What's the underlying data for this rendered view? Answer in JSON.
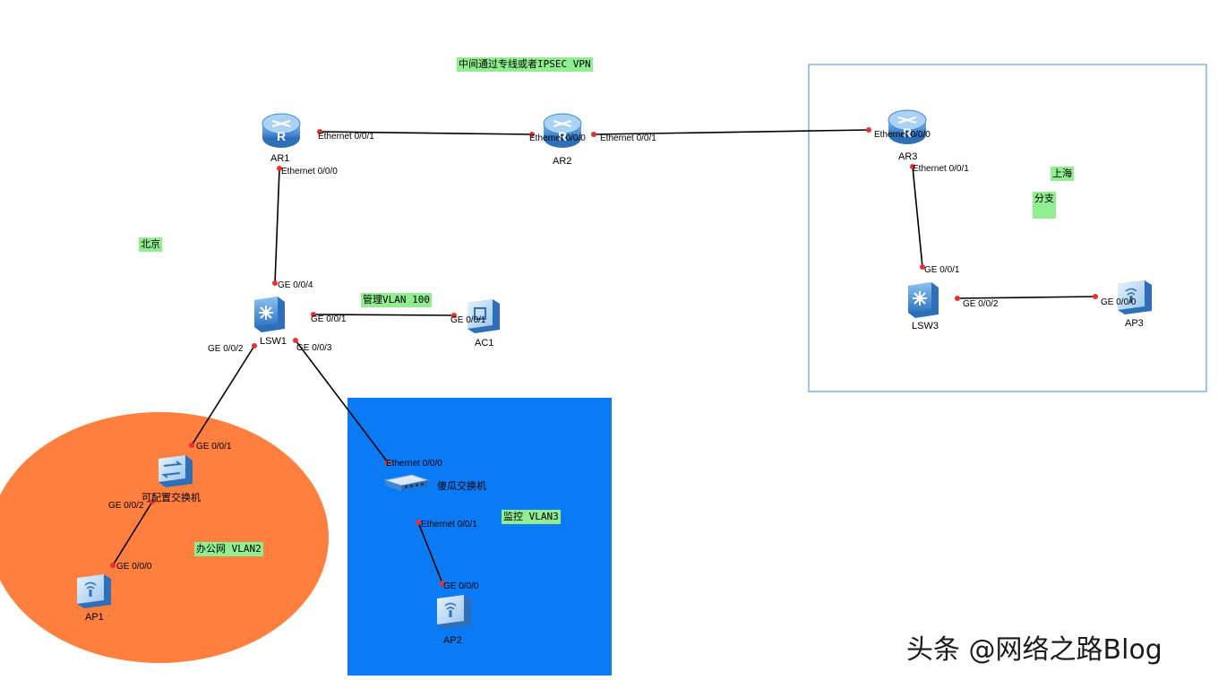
{
  "notes": {
    "backbone": "中间通过专线或者IPSEC VPN",
    "beijing": "北京",
    "shanghai": "上海",
    "branch": "分支",
    "mgmt_vlan": "管理VLAN 100",
    "office_vlan": "办公网 VLAN2",
    "monitor_vlan": "监控 VLAN3"
  },
  "devices": {
    "ar1": "AR1",
    "ar2": "AR2",
    "ar3": "AR3",
    "lsw1": "LSW1",
    "lsw3": "LSW3",
    "ac1": "AC1",
    "cfg_switch": "可配置交换机",
    "dumb_switch": "傻瓜交换机",
    "ap1": "AP1",
    "ap2": "AP2",
    "ap3": "AP3"
  },
  "ports": {
    "ar1_e001": "Ethernet 0/0/1",
    "ar2_e000": "Ethernet 0/0/0",
    "ar2_e001": "Ethernet 0/0/1",
    "ar3_e000": "Ethernet 0/0/0",
    "ar1_e000": "Ethernet 0/0/0",
    "lsw1_g004": "GE 0/0/4",
    "lsw1_g001": "GE 0/0/1",
    "ac1_g001": "GE 0/0/1",
    "lsw1_g002": "GE 0/0/2",
    "lsw1_g003": "GE 0/0/3",
    "cfg_g001": "GE 0/0/1",
    "cfg_g002": "GE 0/0/2",
    "ap1_g000": "GE 0/0/0",
    "dumb_e000": "Ethernet 0/0/0",
    "dumb_e001": "Ethernet 0/0/1",
    "ap2_g000": "GE 0/0/0",
    "ar3_e001": "Ethernet 0/0/1",
    "lsw3_g001": "GE 0/0/1",
    "lsw3_g002": "GE 0/0/2",
    "ap3_g000": "GE 0/0/0"
  },
  "watermark": "头条 @网络之路Blog",
  "colors": {
    "office_zone": "#ff7f3f",
    "monitor_zone": "#0a7af5",
    "branch_border": "#3a8fd6",
    "note_bg": "#90ee90",
    "port_dot": "#e83030",
    "device_blue": "#3f86d4"
  }
}
